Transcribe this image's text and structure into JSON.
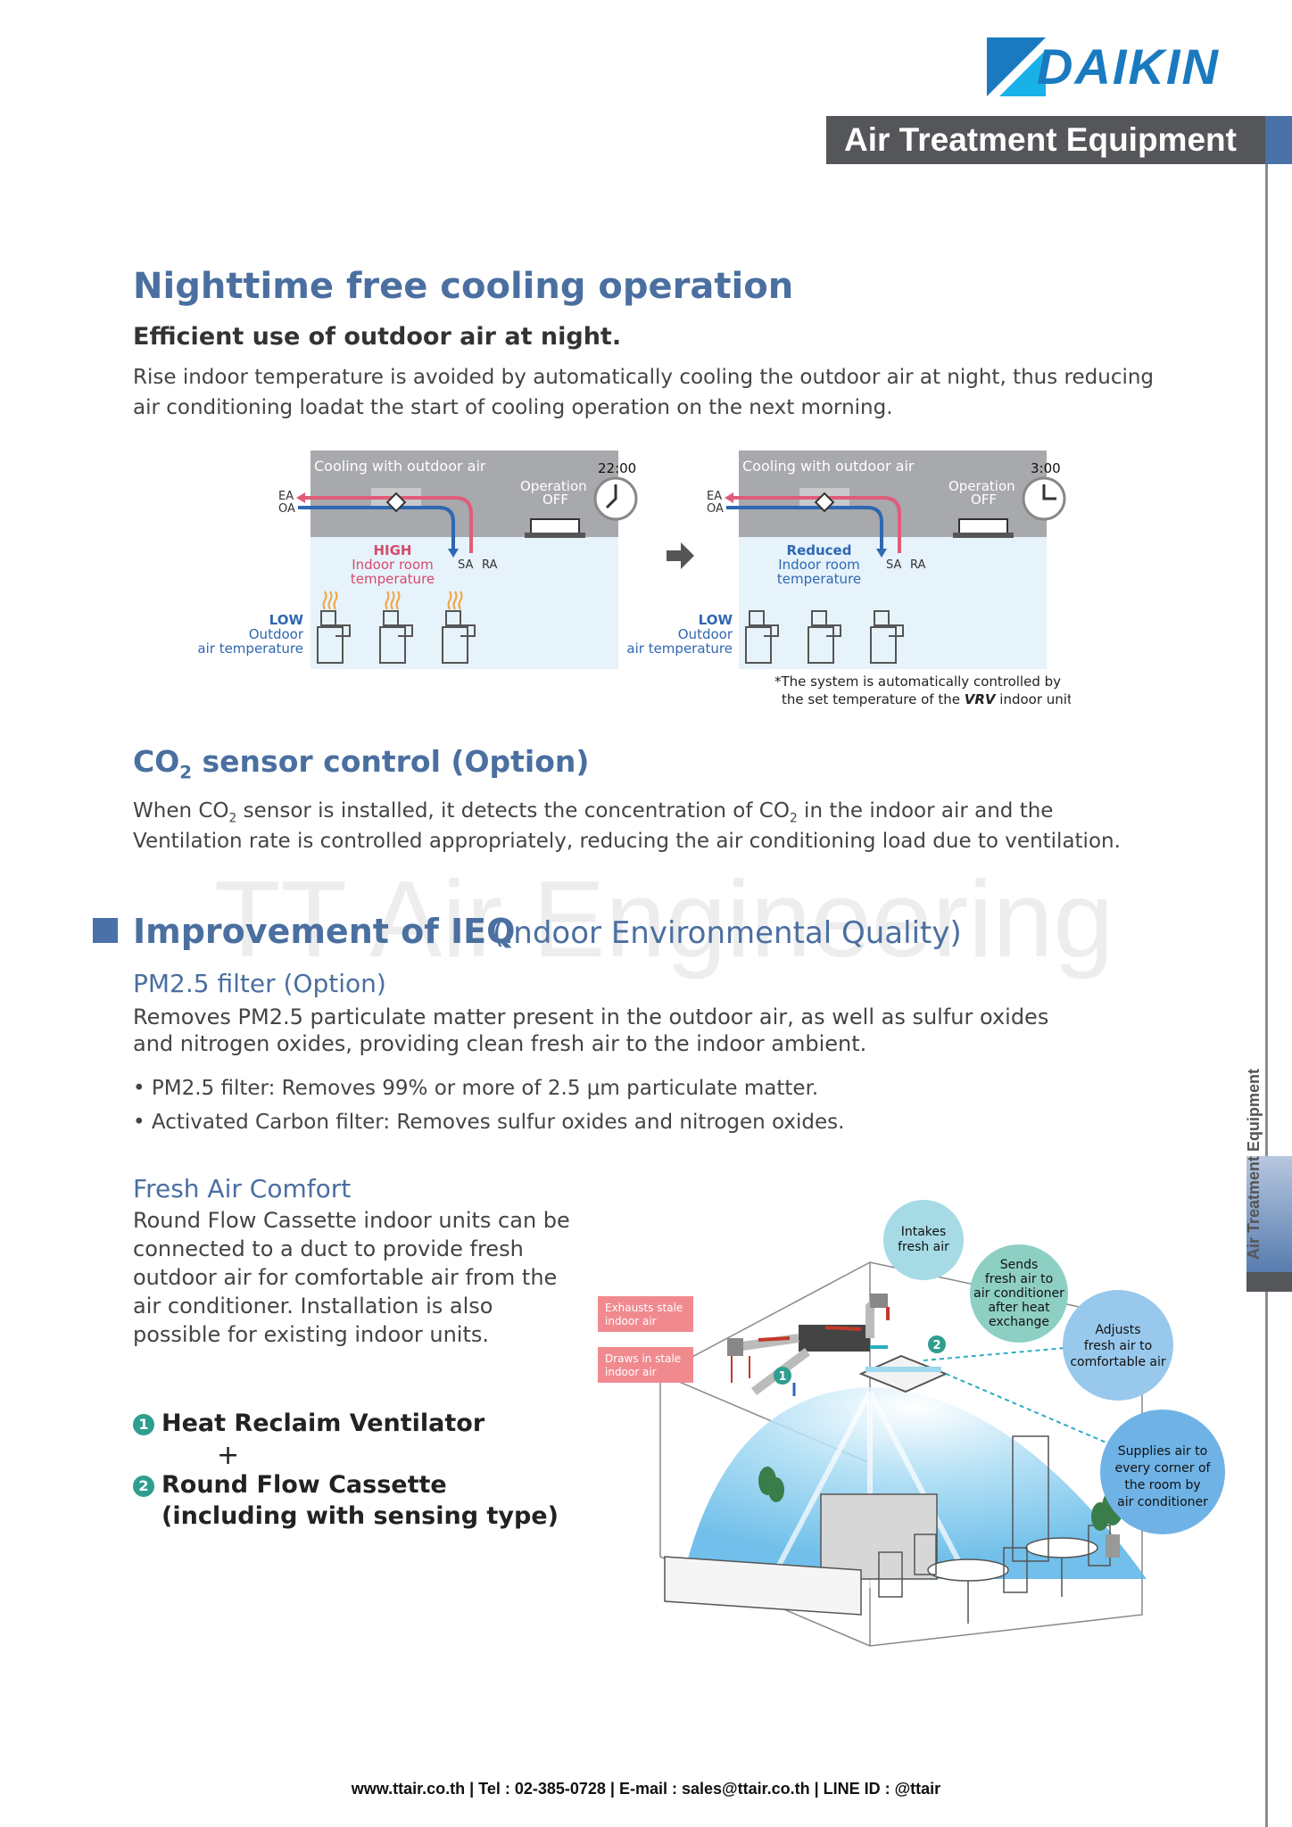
{
  "brand": {
    "name": "DAIKIN",
    "header": "Air Treatment Equipment",
    "side_label": "Air Treatment Equipment"
  },
  "watermark": "TT Air Engineering",
  "nighttime": {
    "title": "Nighttime free cooling operation",
    "subtitle": "Efficient use of outdoor air at night.",
    "text": "Rise indoor temperature is avoided by automatically cooling the outdoor air at night, thus reducing air conditioning loadat the start of cooling operation on the next morning.",
    "diagrams": [
      {
        "banner": "Cooling with outdoor air",
        "time": "22:00",
        "op1": "Operation",
        "op2": "OFF",
        "ea": "EA",
        "oa": "OA",
        "sa": "SA",
        "ra": "RA",
        "indoor1": "HIGH",
        "indoor2": "Indoor room",
        "indoor3": "temperature",
        "outdoor1": "LOW",
        "outdoor2": "Outdoor",
        "outdoor3": "air temperature"
      },
      {
        "banner": "Cooling with outdoor air",
        "time": "3:00",
        "op1": "Operation",
        "op2": "OFF",
        "ea": "EA",
        "oa": "OA",
        "sa": "SA",
        "ra": "RA",
        "indoor1": "Reduced",
        "indoor2": "Indoor room",
        "indoor3": "temperature",
        "outdoor1": "LOW",
        "outdoor2": "Outdoor",
        "outdoor3": "air temperature"
      }
    ],
    "note1": "*The system is automatically controlled by",
    "note2_pre": "the set temperature of the ",
    "note2_brand": "VRV",
    "note2_post": " indoor unit."
  },
  "co2": {
    "title_pre": "CO",
    "title_sub": "2",
    "title_post": " sensor control (Option)",
    "l1_a": "When CO",
    "l1_sub1": "2",
    "l1_b": " sensor is installed, it detects the concentration of CO",
    "l1_sub2": "2",
    "l1_c": " in the indoor air and the",
    "l2": "Ventilation rate is controlled appropriately, reducing the air conditioning load due to ventilation."
  },
  "ieq": {
    "title": "Improvement of IEQ",
    "paren": "(Indoor Environmental Quality)",
    "pm_title": "PM2.5 filter (Option)",
    "pm_text": "Removes PM2.5 particulate matter present in the outdoor air, as well as sulfur oxides and nitrogen oxides, providing clean fresh air to the indoor ambient.",
    "bullets": [
      "• PM2.5 filter: Removes 99% or more of 2.5 μm particulate matter.",
      "• Activated Carbon filter: Removes sulfur oxides and nitrogen oxides."
    ],
    "fac_title": "Fresh Air Comfort",
    "fac_text": "Round Flow Cassette indoor units can be connected to a duct to provide fresh outdoor air for comfortable air from the air conditioner. Installation is also possible for existing indoor units.",
    "unit1_num": "1",
    "unit1": "Heat Reclaim Ventilator",
    "plus": "+",
    "unit2_num": "2",
    "unit2a": "Round Flow Cassette",
    "unit2b": "(including with sensing type)"
  },
  "room": {
    "b1": [
      "Intakes",
      "fresh air"
    ],
    "b2": [
      "Sends",
      "fresh air to",
      "air conditioner",
      "after heat",
      "exchange"
    ],
    "b3": [
      "Adjusts",
      "fresh air to",
      "comfortable air"
    ],
    "b4": [
      "Supplies air to",
      "every corner of",
      "the room by",
      "air conditioner"
    ],
    "tag1": [
      "Exhausts stale",
      "indoor air"
    ],
    "tag2": [
      "Draws in stale",
      "indoor air"
    ],
    "n1": "1",
    "n2": "2"
  },
  "footer": "www.ttair.co.th | Tel : 02-385-0728 | E-mail : sales@ttair.co.th | LINE ID : @ttair"
}
